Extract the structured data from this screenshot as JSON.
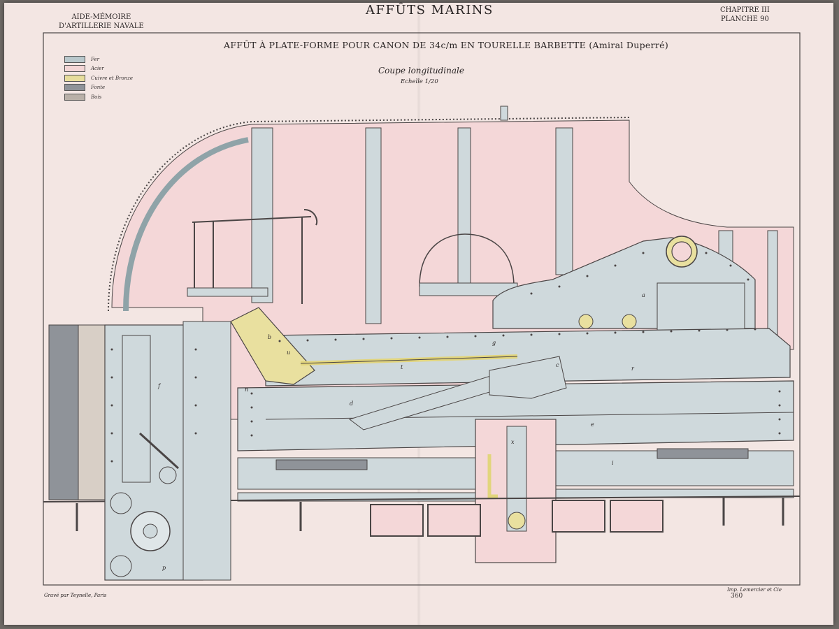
{
  "header": {
    "series_title": "AFFÛTS MARINS",
    "left_line1": "AIDE-MÉMOIRE",
    "left_line2": "D'ARTILLERIE NAVALE",
    "chapter": "CHAPITRE III",
    "plate": "PLANCHE 90"
  },
  "title": {
    "main": "AFFÛT À PLATE-FORME POUR CANON DE 34c/m EN TOURELLE BARBETTE (Amiral Duperré)",
    "subtitle": "Coupe longitudinale",
    "scale": "Echelle 1/20"
  },
  "legend": [
    {
      "label": "Fer",
      "color": "#b9c8cc"
    },
    {
      "label": "Acier",
      "color": "#f3d6d6"
    },
    {
      "label": "Cuivre et Bronze",
      "color": "#e7dd9c"
    },
    {
      "label": "Fonte",
      "color": "#8f9399"
    },
    {
      "label": "Bois",
      "color": "#b9b0a8"
    }
  ],
  "footer": {
    "engraver": "Gravé par Teynelle, Paris",
    "printer": "Imp. Lemercier et Cie",
    "page_number": "360"
  },
  "colors": {
    "paper": "#f3e6e3",
    "iron": "#cfd9dc",
    "steel": "#f4d7d8",
    "bronze": "#e9e09f",
    "ink": "#3d3a3a"
  },
  "part_labels": [
    "a",
    "b",
    "c",
    "d",
    "e",
    "f",
    "g",
    "i",
    "n",
    "p",
    "r",
    "t",
    "u",
    "x"
  ]
}
